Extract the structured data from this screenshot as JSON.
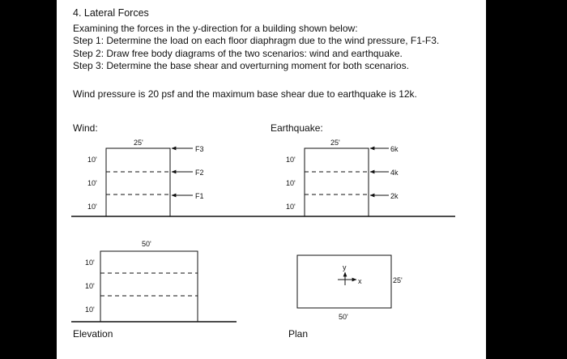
{
  "question": {
    "title": "4. Lateral Forces",
    "intro": "Examining the forces in the y-direction for a building shown below:",
    "steps": [
      "Step 1: Determine the load on each floor diaphragm due to the wind pressure, F1-F3.",
      "Step 2: Draw free body diagrams of the two scenarios: wind and earthquake.",
      "Step 3: Determine the base shear and overturning moment for both scenarios."
    ],
    "given": "Wind pressure is 20 psf and the maximum base shear due to earthquake is 12k."
  },
  "wind": {
    "label": "Wind:",
    "width_label": "25'",
    "story_heights": [
      "10'",
      "10'",
      "10'"
    ],
    "forces": [
      "F3",
      "F2",
      "F1"
    ]
  },
  "earthquake": {
    "label": "Earthquake:",
    "width_label": "25'",
    "story_heights": [
      "10'",
      "10'",
      "10'"
    ],
    "forces": [
      "6k",
      "4k",
      "2k"
    ]
  },
  "elevation": {
    "label": "Elevation",
    "width_label": "50'",
    "story_heights": [
      "10'",
      "10'",
      "10'"
    ]
  },
  "plan": {
    "label": "Plan",
    "width_label": "50'",
    "depth_label": "25'",
    "axis_y": "y",
    "axis_x": "x"
  }
}
